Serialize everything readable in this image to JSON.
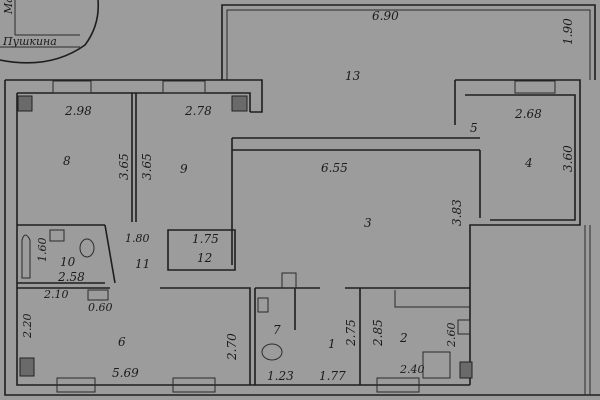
{
  "map_inset": {
    "street": "Пушкина",
    "street2": "Ма"
  },
  "rooms": [
    {
      "id": "13",
      "width": "6.90",
      "depth": "1.90"
    },
    {
      "id": "8",
      "width": "2.98",
      "depth": "3.65"
    },
    {
      "id": "9",
      "width": "2.78",
      "depth": "3.65"
    },
    {
      "id": "5"
    },
    {
      "id": "4",
      "width": "2.68",
      "depth": "3.60"
    },
    {
      "id": "3",
      "width": "6.55",
      "depth": "3.83"
    },
    {
      "id": "10",
      "width": "2.58",
      "depth": "1.60"
    },
    {
      "id": "11",
      "width": "1.80"
    },
    {
      "id": "12",
      "width": "1.75"
    },
    {
      "id": "6",
      "width": "5.69",
      "depth": "2.70",
      "extra1": "2.10",
      "extra2": "0.60",
      "extra3": "2.20"
    },
    {
      "id": "7",
      "width": "1.23"
    },
    {
      "id": "1",
      "width": "1.77",
      "depth": "2.75"
    },
    {
      "id": "2",
      "width": "2.40",
      "depth": "2.60",
      "extra1": "2.85"
    }
  ]
}
